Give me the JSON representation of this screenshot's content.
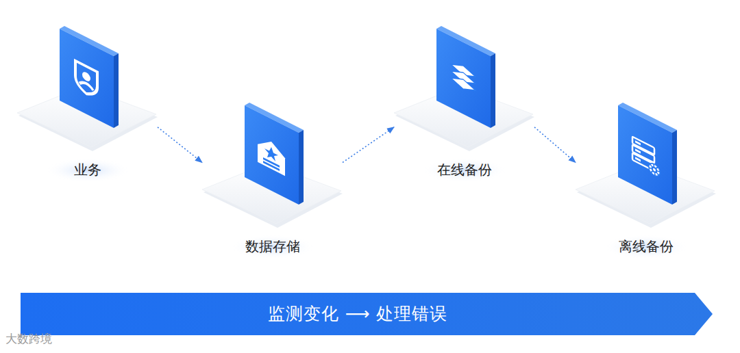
{
  "diagram": {
    "nodes": [
      {
        "text": [
          "业务"
        ]
      },
      {
        "text": [
          "数据存储"
        ]
      },
      {
        "text": [
          "在线备份"
        ]
      },
      {
        "text": [
          "离线备份"
        ]
      },
      {
        "text": [
          "监测变化 ⟶ 处理错误"
        ]
      }
    ],
    "edges": [
      {
        "from": 0,
        "to": 1,
        "arrow": "to"
      },
      {
        "from": 1,
        "to": 2,
        "arrow": "to"
      },
      {
        "from": 2,
        "to": 3,
        "arrow": "to"
      }
    ],
    "labels": [
      "大数跨境"
    ]
  }
}
